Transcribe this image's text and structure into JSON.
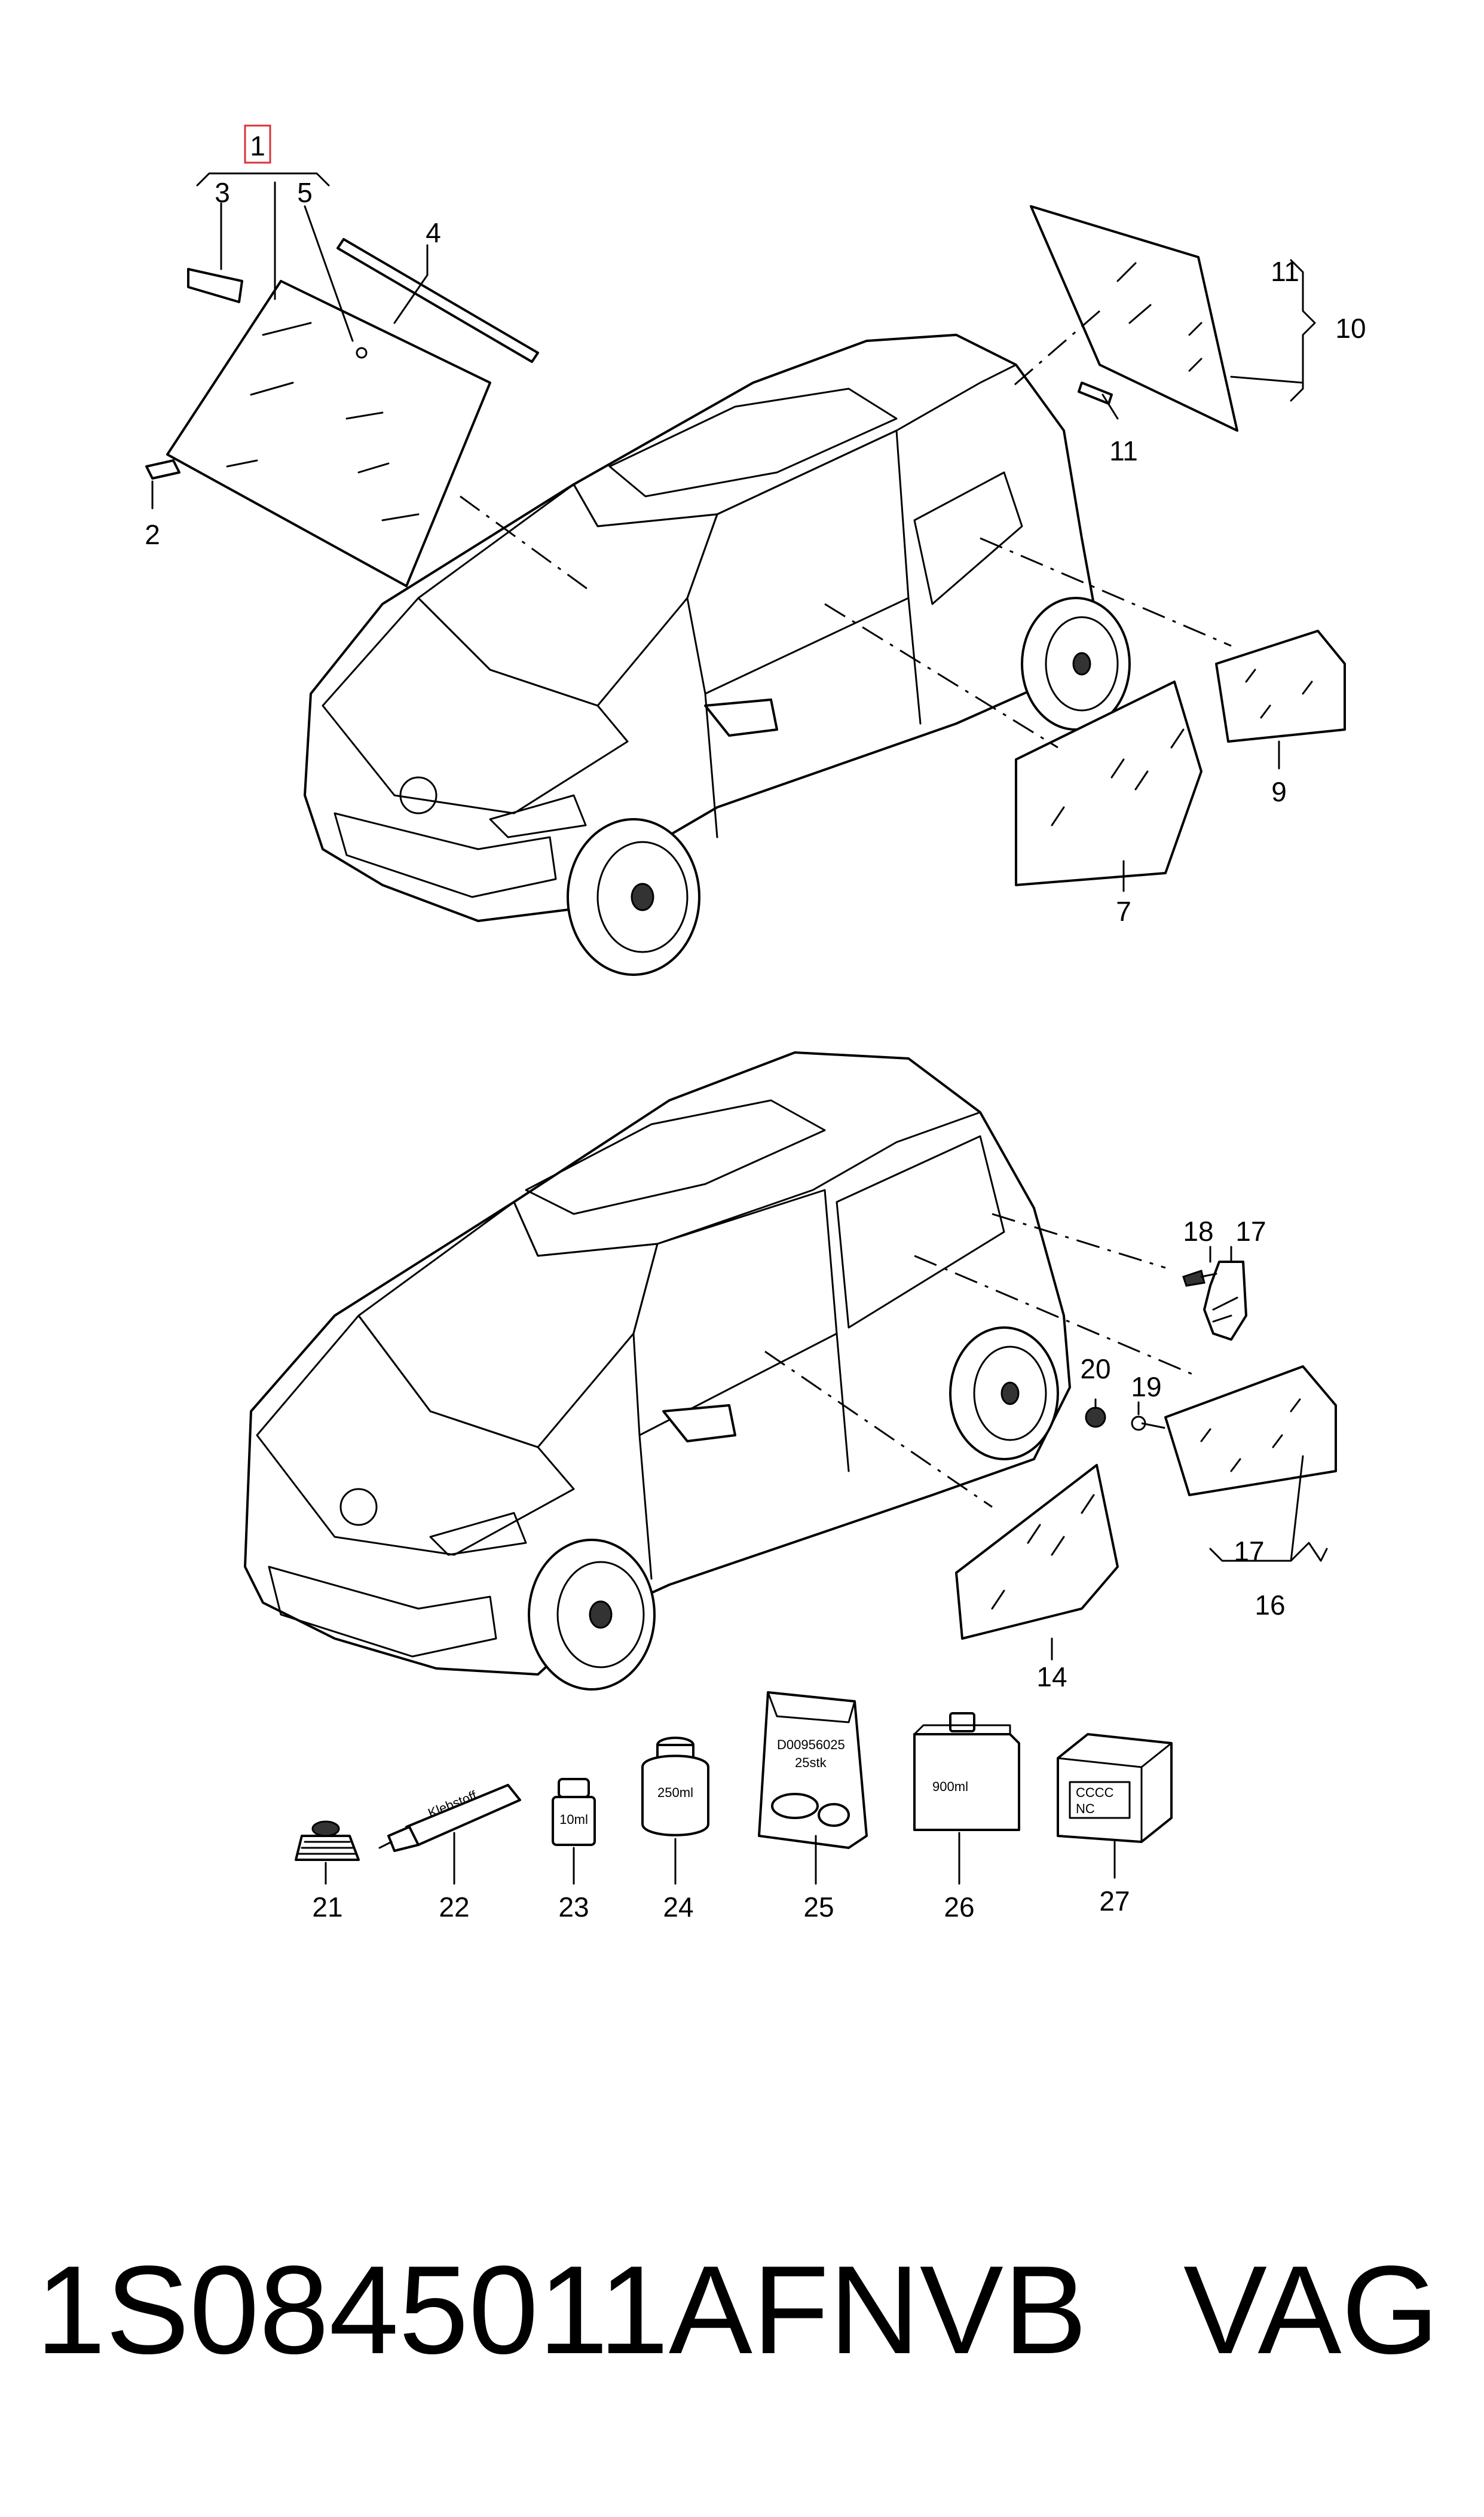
{
  "callouts": {
    "c1": "1",
    "c2": "2",
    "c3": "3",
    "c4": "4",
    "c5": "5",
    "c7": "7",
    "c9": "9",
    "c10": "10",
    "c11a": "11",
    "c11b": "11",
    "c14": "14",
    "c16": "16",
    "c17a": "17",
    "c17b": "17",
    "c18": "18",
    "c19": "19",
    "c20": "20",
    "c21": "21",
    "c22": "22",
    "c23": "23",
    "c24": "24",
    "c25": "25",
    "c26": "26",
    "c27": "27"
  },
  "product_labels": {
    "adhesive": "Klebstoff",
    "vial": "10ml",
    "tin": "250ml",
    "bag_code": "D00956025",
    "bag_qty": "25stk",
    "bottle": "900ml",
    "box_code": "CCCC",
    "box_mark": "NC"
  },
  "footer": {
    "part_number": "1S0845011AFNVB",
    "brand": "VAG"
  },
  "highlight_color": "#d9333a"
}
